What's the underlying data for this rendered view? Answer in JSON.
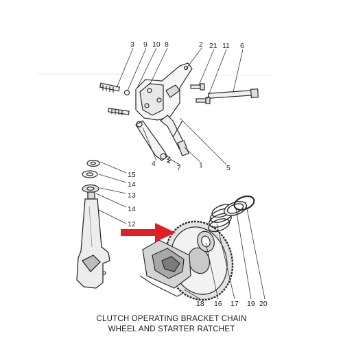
{
  "caption": {
    "line1": "CLUTCH OPERATING BRACKET CHAIN",
    "line2": "WHEEL AND STARTER RATCHET"
  },
  "callouts": {
    "p1": "1",
    "p2": "2",
    "p3": "3",
    "p4": "4",
    "p5": "5",
    "p6": "6",
    "p7": "7",
    "p8": "8",
    "p9": "9",
    "p10": "10",
    "p11": "11",
    "p12": "12",
    "p13": "13",
    "p14a": "14",
    "p14b": "14",
    "p15": "15",
    "p16": "16",
    "p17": "17",
    "p18": "18",
    "p19": "19",
    "p20": "20",
    "p21": "21"
  },
  "colors": {
    "ink": "#2a2a2a",
    "pointer_arrow": "#e01f26"
  }
}
